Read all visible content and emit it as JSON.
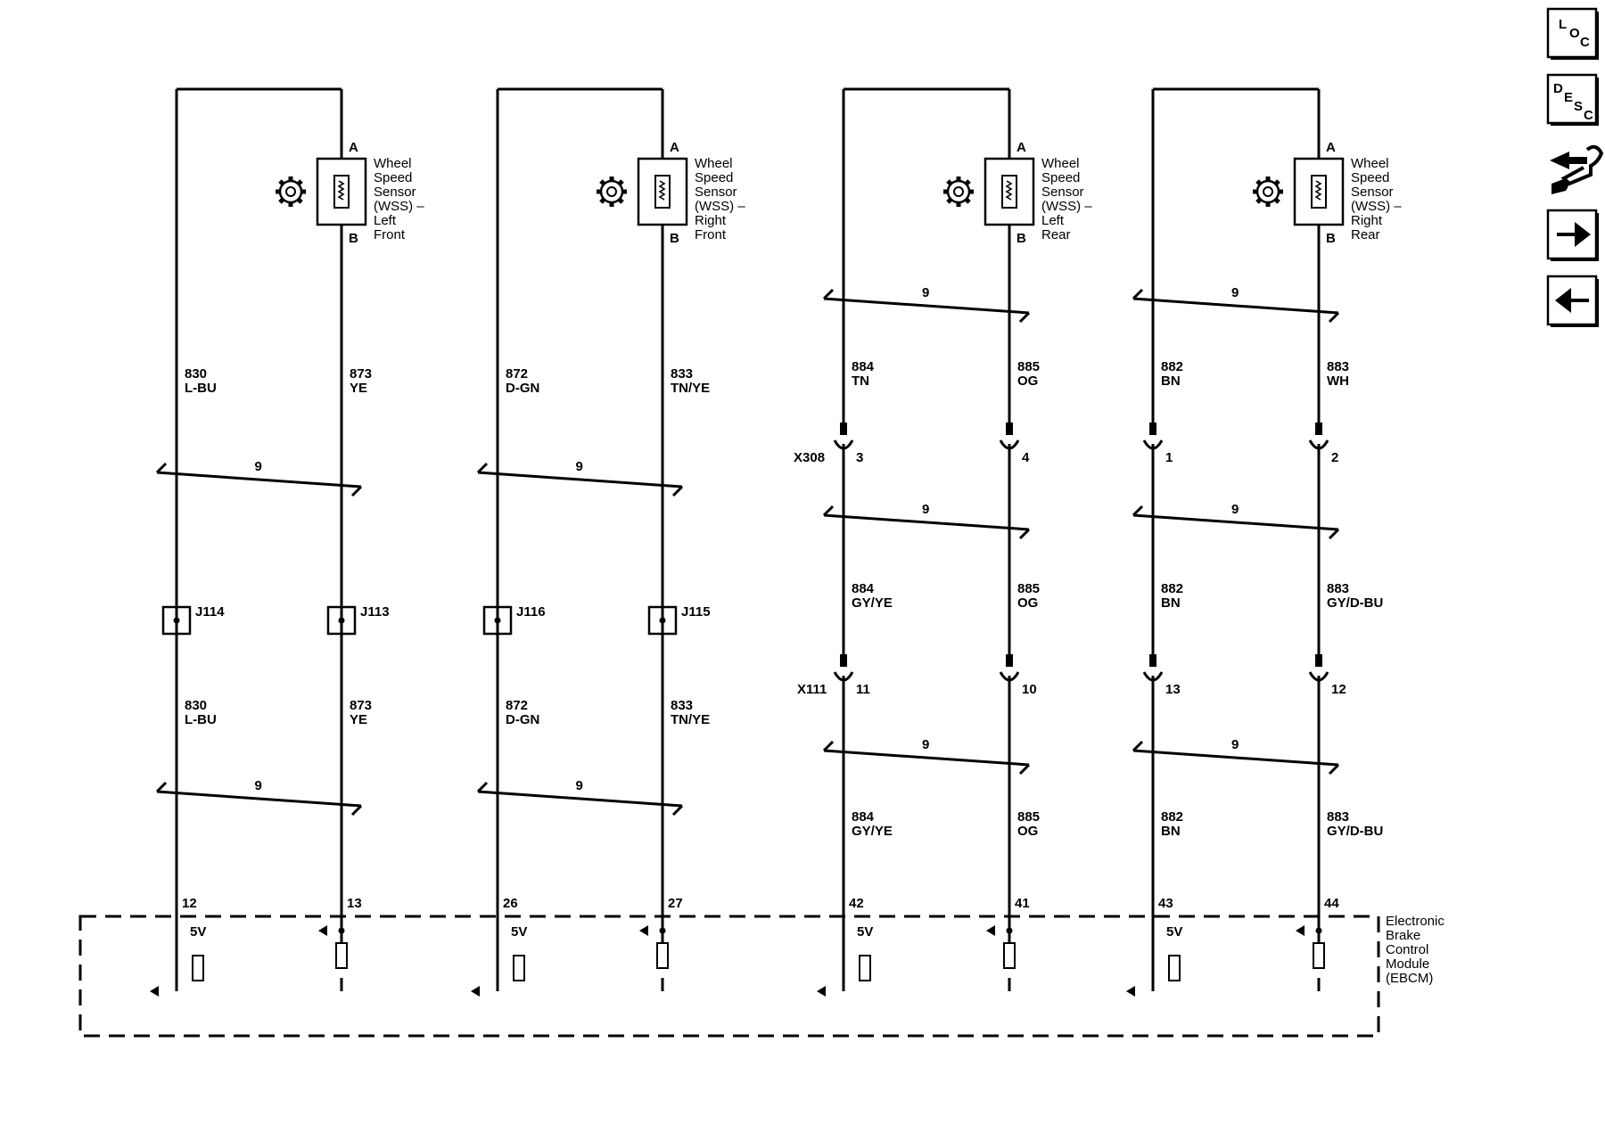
{
  "sensors": [
    {
      "desc": [
        "Wheel",
        "Speed",
        "Sensor",
        "(WSS) –",
        "Left",
        "Front"
      ],
      "pin_a": "A",
      "pin_b": "B"
    },
    {
      "desc": [
        "Wheel",
        "Speed",
        "Sensor",
        "(WSS) –",
        "Right",
        "Front"
      ],
      "pin_a": "A",
      "pin_b": "B"
    },
    {
      "desc": [
        "Wheel",
        "Speed",
        "Sensor",
        "(WSS) –",
        "Left",
        "Rear"
      ],
      "pin_a": "A",
      "pin_b": "B"
    },
    {
      "desc": [
        "Wheel",
        "Speed",
        "Sensor",
        "(WSS) –",
        "Right",
        "Rear"
      ],
      "pin_a": "A",
      "pin_b": "B"
    }
  ],
  "wires": {
    "front": [
      {
        "top": [
          "830",
          "L-BU",
          "873",
          "YE",
          "872",
          "D-GN",
          "833",
          "TN/YE"
        ]
      },
      {
        "bottom": [
          "830",
          "L-BU",
          "873",
          "YE",
          "872",
          "D-GN",
          "833",
          "TN/YE"
        ]
      }
    ],
    "rear_top": [
      "884",
      "TN",
      "885",
      "OG",
      "882",
      "BN",
      "883",
      "WH"
    ],
    "rear_mid": [
      "884",
      "GY/YE",
      "885",
      "OG",
      "882",
      "BN",
      "883",
      "GY/D-BU"
    ],
    "rear_bot": [
      "884",
      "GY/YE",
      "885",
      "OG",
      "882",
      "BN",
      "883",
      "GY/D-BU"
    ]
  },
  "twist": "9",
  "splices": [
    "J114",
    "J113",
    "J116",
    "J115"
  ],
  "connectors": {
    "x308": {
      "name": "X308",
      "pins": [
        "3",
        "4",
        "1",
        "2"
      ]
    },
    "x111": {
      "name": "X111",
      "pins": [
        "11",
        "10",
        "13",
        "12"
      ]
    }
  },
  "ebcm": {
    "pins": [
      "12",
      "13",
      "26",
      "27",
      "42",
      "41",
      "43",
      "44"
    ],
    "voltage": "5V",
    "desc": [
      "Electronic",
      "Brake",
      "Control",
      "Module",
      "(EBCM)"
    ]
  },
  "nav": {
    "loc": [
      "L",
      "O",
      "C"
    ],
    "desc": [
      "D",
      "E",
      "S",
      "C"
    ]
  }
}
